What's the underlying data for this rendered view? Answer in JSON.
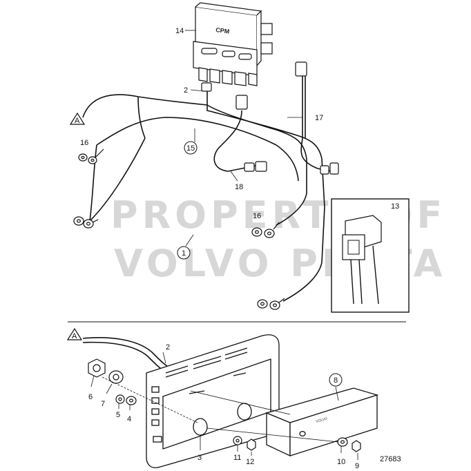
{
  "watermark": {
    "line1": "PROPERTY OF",
    "line2": "VOLVO PENTA"
  },
  "module_text": "CPM",
  "reference_a": "A",
  "callouts": {
    "c14": "14",
    "c2": "2",
    "c17": "17",
    "c16a": "16",
    "c15": "15",
    "c18": "18",
    "c16b": "16",
    "c13": "13",
    "c1": "1",
    "c2b": "2",
    "c6": "6",
    "c7": "7",
    "c5": "5",
    "c4": "4",
    "c3": "3",
    "c11": "11",
    "c12": "12",
    "c8": "8",
    "c10": "10",
    "c9": "9"
  },
  "drawing_number": "27683"
}
